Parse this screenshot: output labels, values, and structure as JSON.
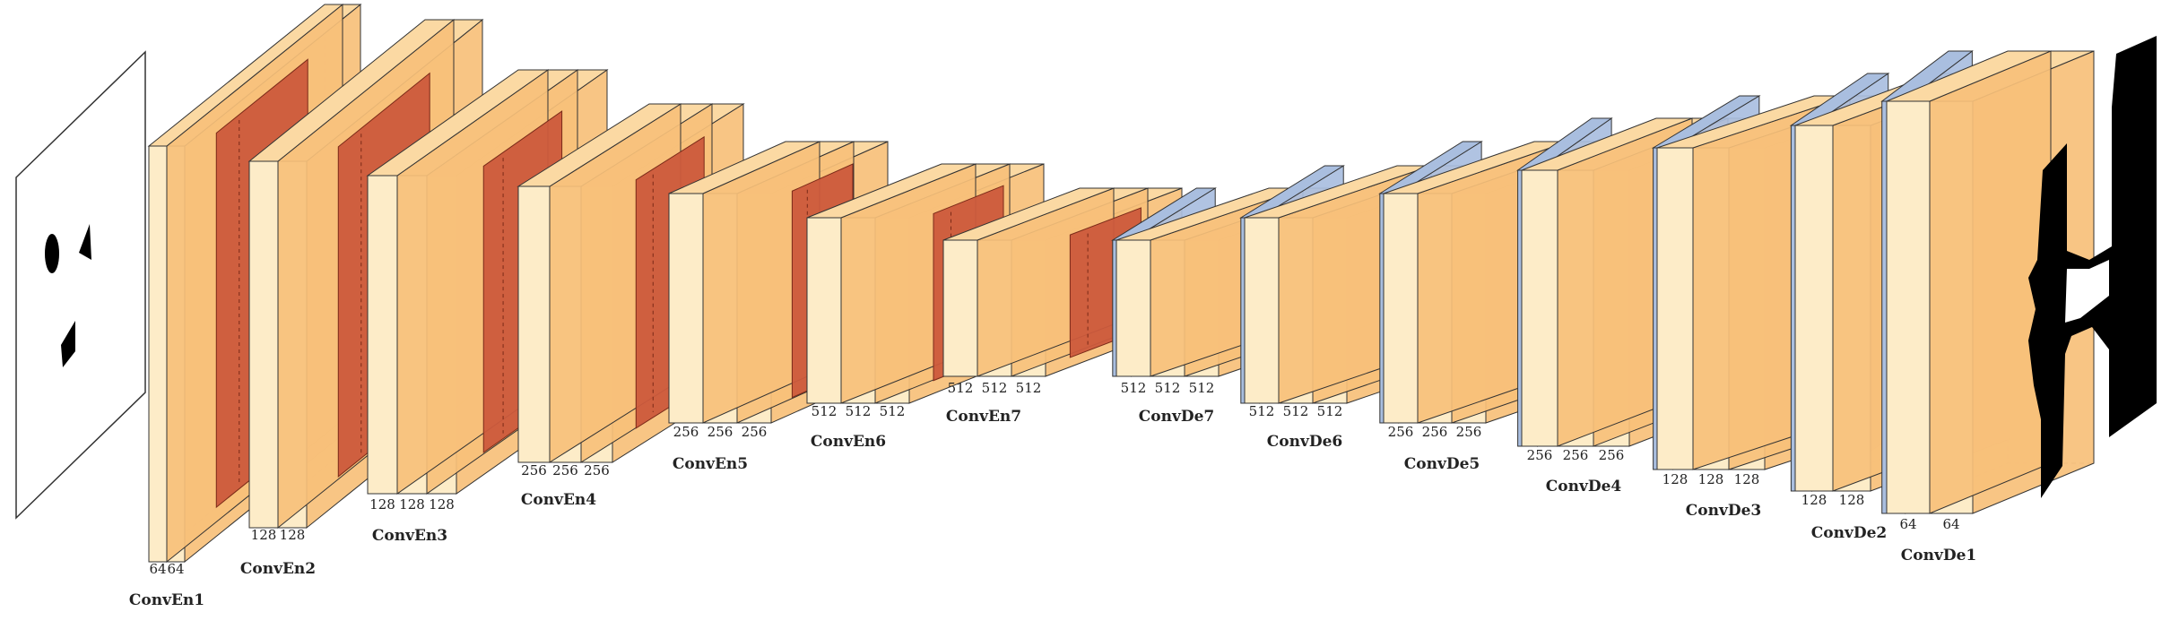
{
  "encoder": [
    {
      "name": "ConvEn1",
      "channels": [
        "64",
        "64"
      ]
    },
    {
      "name": "ConvEn2",
      "channels": [
        "128",
        "128"
      ]
    },
    {
      "name": "ConvEn3",
      "channels": [
        "128",
        "128",
        "128"
      ]
    },
    {
      "name": "ConvEn4",
      "channels": [
        "256",
        "256",
        "256"
      ]
    },
    {
      "name": "ConvEn5",
      "channels": [
        "256",
        "256",
        "256"
      ]
    },
    {
      "name": "ConvEn6",
      "channels": [
        "512",
        "512",
        "512"
      ]
    },
    {
      "name": "ConvEn7",
      "channels": [
        "512",
        "512",
        "512"
      ]
    }
  ],
  "decoder": [
    {
      "name": "ConvDe7",
      "channels": [
        "512",
        "512",
        "512"
      ]
    },
    {
      "name": "ConvDe6",
      "channels": [
        "512",
        "512",
        "512"
      ]
    },
    {
      "name": "ConvDe5",
      "channels": [
        "256",
        "256",
        "256"
      ]
    },
    {
      "name": "ConvDe4",
      "channels": [
        "256",
        "256",
        "256"
      ]
    },
    {
      "name": "ConvDe3",
      "channels": [
        "128",
        "128",
        "128"
      ]
    },
    {
      "name": "ConvDe2",
      "channels": [
        "128",
        "128"
      ]
    },
    {
      "name": "ConvDe1",
      "channels": [
        "64",
        "64"
      ]
    }
  ],
  "colors": {
    "conv_face": "#fdecc8",
    "conv_side": "#f7c07a",
    "conv_top": "#fbd9a3",
    "pool": "#cc5a3c",
    "unpool": "#a9bedf",
    "edge": "#333333",
    "input_mask": "#000000",
    "output_mask": "#000000"
  }
}
